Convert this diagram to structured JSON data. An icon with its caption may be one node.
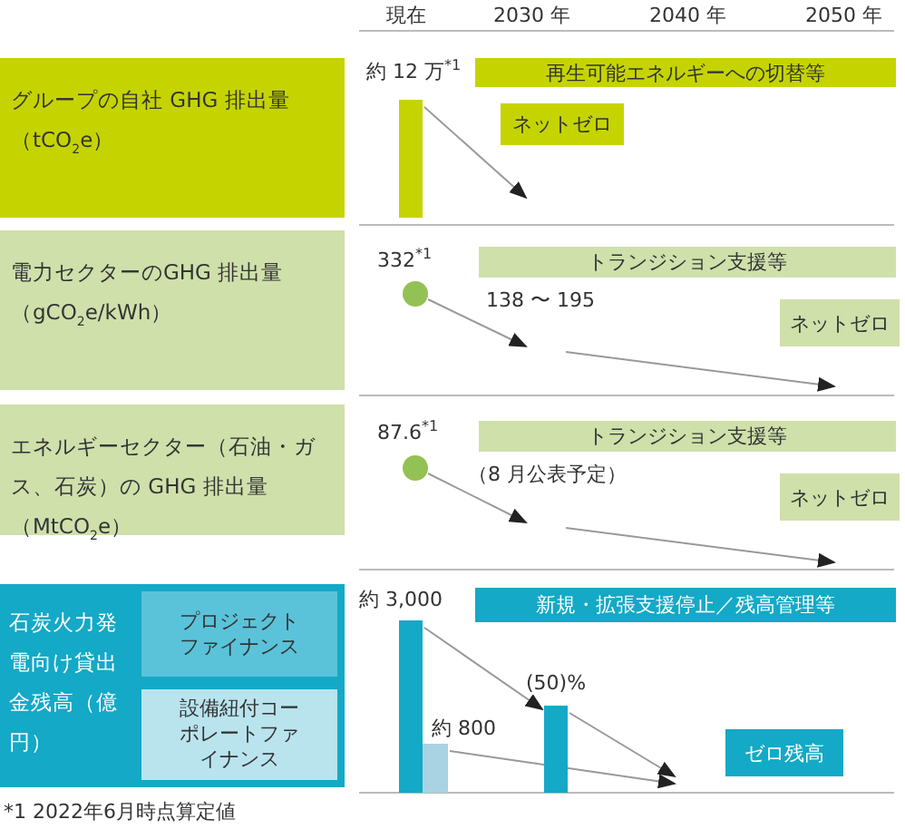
{
  "diagram": {
    "nodes": [
      {
        "text": [
          "グループの自社 GHG 排出量（tCO$_{2}$e）"
        ]
      },
      {
        "text": [],
        "shape": "bar",
        "beside": [
          "約 12 万$^{*1}$"
        ]
      },
      {
        "text": [
          "再生可能エネルギーへの切替等"
        ]
      },
      {
        "text": [
          "ネットゼロ"
        ]
      },
      {
        "text": [
          "電力セクターのGHG 排出量（gCO$_{2}$e/kWh）"
        ]
      },
      {
        "text": [],
        "shape": "circle",
        "beside": [
          "332$^{*1}$"
        ]
      },
      {
        "text": [
          "トランジション支援等"
        ]
      },
      {
        "text": [
          "ネットゼロ"
        ]
      },
      {
        "text": [
          "エネルギーセクター（石油・ガス、石炭）の GHG 排出量（MtCO$_{2}$e）"
        ]
      },
      {
        "text": [],
        "shape": "circle",
        "beside": [
          "87.6$^{*1}$"
        ]
      },
      {
        "text": [
          "トランジション支援等"
        ]
      },
      {
        "text": [
          "ネットゼロ"
        ]
      },
      {
        "text": [
          "石炭火力発電向け貸出金残高（億円）"
        ]
      },
      {
        "text": [
          "プロジェクトファイナンス"
        ],
        "in": 12
      },
      {
        "text": [
          "設備紐付コーポレートファイナンス"
        ],
        "in": 12
      },
      {
        "text": [
          "新規・拡張支援停止／残高管理等"
        ]
      },
      {
        "text": [],
        "shape": "bar",
        "beside": [
          "約 3,000"
        ]
      },
      {
        "text": [],
        "shape": "bar",
        "beside": [
          "約 800"
        ]
      },
      {
        "text": [],
        "shape": "bar",
        "beside": [
          "(50)%"
        ]
      },
      {
        "text": [
          "ゼロ残高"
        ]
      }
    ],
    "edges": [
      {
        "from": 1,
        "to": null,
        "arrow": "to"
      },
      {
        "from": 5,
        "to": null,
        "arrow": "to"
      },
      {
        "from": 9,
        "to": null,
        "arrow": "to"
      },
      {
        "from": 16,
        "to": 18,
        "arrow": "to"
      },
      {
        "from": 17,
        "to": null,
        "arrow": "to"
      },
      {
        "from": 18,
        "to": null,
        "arrow": "to"
      }
    ],
    "labels": [
      "現在",
      "2030 年",
      "2040 年",
      "2050 年",
      "138 〜 195",
      "（8 月公表予定）",
      "*1 2022年6月時点算定値"
    ]
  }
}
